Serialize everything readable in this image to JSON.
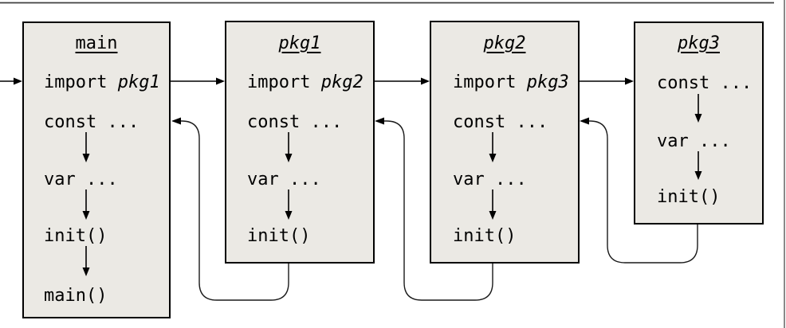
{
  "figure": {
    "background": "#ffffff",
    "box_fill": "#ebe9e4",
    "box_border": "#000000",
    "connector_color": "#1a1a1a",
    "frame_top_color": "#3f3f3f",
    "frame_right_color": "#8a8a8a"
  },
  "boxes": [
    {
      "title": "main",
      "rows": [
        {
          "keyword": "import ",
          "arg": "pkg1"
        },
        {
          "text": "const ..."
        },
        {
          "text": "var ..."
        },
        {
          "text": "init()"
        },
        {
          "text": "main()"
        }
      ]
    },
    {
      "title": "pkg1",
      "rows": [
        {
          "keyword": "import ",
          "arg": "pkg2"
        },
        {
          "text": "const ..."
        },
        {
          "text": "var ..."
        },
        {
          "text": "init()"
        }
      ]
    },
    {
      "title": "pkg2",
      "rows": [
        {
          "keyword": "import ",
          "arg": "pkg3"
        },
        {
          "text": "const ..."
        },
        {
          "text": "var ..."
        },
        {
          "text": "init()"
        }
      ]
    },
    {
      "title": "pkg3",
      "rows": [
        {
          "text": "const ..."
        },
        {
          "text": "var ..."
        },
        {
          "text": "init()"
        }
      ]
    }
  ]
}
